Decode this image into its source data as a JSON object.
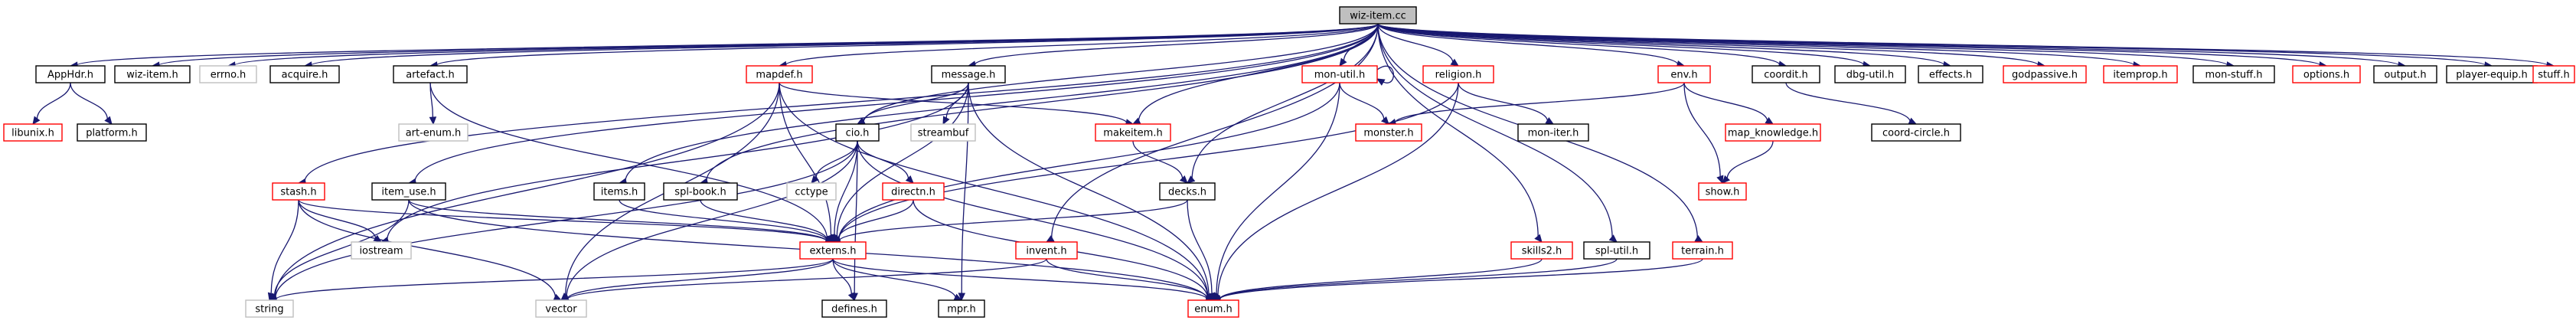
{
  "graph": {
    "colors": {
      "edge": "#191970",
      "node_fill": "#ffffff",
      "focus_fill": "#bfbfbf",
      "border_normal": "#000000",
      "border_missing": "#ff0000",
      "border_external": "#bfbfbf"
    },
    "nodes": [
      {
        "id": "wiz-item.cc",
        "label": "wiz-item.cc",
        "style": "focus"
      },
      {
        "id": "AppHdr.h",
        "label": "AppHdr.h",
        "style": "normal"
      },
      {
        "id": "wiz-item.h",
        "label": "wiz-item.h",
        "style": "normal"
      },
      {
        "id": "errno.h",
        "label": "errno.h",
        "style": "external"
      },
      {
        "id": "acquire.h",
        "label": "acquire.h",
        "style": "normal"
      },
      {
        "id": "artefact.h",
        "label": "artefact.h",
        "style": "normal"
      },
      {
        "id": "mapdef.h",
        "label": "mapdef.h",
        "style": "missing"
      },
      {
        "id": "message.h",
        "label": "message.h",
        "style": "normal"
      },
      {
        "id": "mon-util.h",
        "label": "mon-util.h",
        "style": "missing"
      },
      {
        "id": "religion.h",
        "label": "religion.h",
        "style": "missing"
      },
      {
        "id": "env.h",
        "label": "env.h",
        "style": "missing"
      },
      {
        "id": "coordit.h",
        "label": "coordit.h",
        "style": "normal"
      },
      {
        "id": "dbg-util.h",
        "label": "dbg-util.h",
        "style": "normal"
      },
      {
        "id": "effects.h",
        "label": "effects.h",
        "style": "normal"
      },
      {
        "id": "godpassive.h",
        "label": "godpassive.h",
        "style": "missing"
      },
      {
        "id": "itemprop.h",
        "label": "itemprop.h",
        "style": "missing"
      },
      {
        "id": "mon-stuff.h",
        "label": "mon-stuff.h",
        "style": "normal"
      },
      {
        "id": "options.h",
        "label": "options.h",
        "style": "missing"
      },
      {
        "id": "output.h",
        "label": "output.h",
        "style": "normal"
      },
      {
        "id": "player-equip.h",
        "label": "player-equip.h",
        "style": "normal"
      },
      {
        "id": "stuff.h",
        "label": "stuff.h",
        "style": "missing"
      },
      {
        "id": "libunix.h",
        "label": "libunix.h",
        "style": "missing"
      },
      {
        "id": "platform.h",
        "label": "platform.h",
        "style": "normal"
      },
      {
        "id": "art-enum.h",
        "label": "art-enum.h",
        "style": "external"
      },
      {
        "id": "makeitem.h",
        "label": "makeitem.h",
        "style": "missing"
      },
      {
        "id": "streambuf",
        "label": "streambuf",
        "style": "external"
      },
      {
        "id": "monster.h",
        "label": "monster.h",
        "style": "missing"
      },
      {
        "id": "mon-iter.h",
        "label": "mon-iter.h",
        "style": "normal"
      },
      {
        "id": "map_knowledge.h",
        "label": "map_knowledge.h",
        "style": "missing"
      },
      {
        "id": "coord-circle.h",
        "label": "coord-circle.h",
        "style": "normal"
      },
      {
        "id": "cio.h",
        "label": "cio.h",
        "style": "normal"
      },
      {
        "id": "stash.h",
        "label": "stash.h",
        "style": "missing"
      },
      {
        "id": "item_use.h",
        "label": "item_use.h",
        "style": "normal"
      },
      {
        "id": "items.h",
        "label": "items.h",
        "style": "normal"
      },
      {
        "id": "spl-book.h",
        "label": "spl-book.h",
        "style": "normal"
      },
      {
        "id": "cctype",
        "label": "cctype",
        "style": "external"
      },
      {
        "id": "directn.h",
        "label": "directn.h",
        "style": "missing"
      },
      {
        "id": "decks.h",
        "label": "decks.h",
        "style": "normal"
      },
      {
        "id": "show.h",
        "label": "show.h",
        "style": "missing"
      },
      {
        "id": "iostream",
        "label": "iostream",
        "style": "external"
      },
      {
        "id": "externs.h",
        "label": "externs.h",
        "style": "missing"
      },
      {
        "id": "invent.h",
        "label": "invent.h",
        "style": "missing"
      },
      {
        "id": "skills2.h",
        "label": "skills2.h",
        "style": "missing"
      },
      {
        "id": "spl-util.h",
        "label": "spl-util.h",
        "style": "normal"
      },
      {
        "id": "terrain.h",
        "label": "terrain.h",
        "style": "missing"
      },
      {
        "id": "string",
        "label": "string",
        "style": "external"
      },
      {
        "id": "vector",
        "label": "vector",
        "style": "external"
      },
      {
        "id": "defines.h",
        "label": "defines.h",
        "style": "normal"
      },
      {
        "id": "mpr.h",
        "label": "mpr.h",
        "style": "normal"
      },
      {
        "id": "enum.h",
        "label": "enum.h",
        "style": "missing"
      }
    ],
    "edges": [
      [
        "wiz-item.cc",
        "AppHdr.h"
      ],
      [
        "wiz-item.cc",
        "wiz-item.h"
      ],
      [
        "wiz-item.cc",
        "errno.h"
      ],
      [
        "wiz-item.cc",
        "acquire.h"
      ],
      [
        "wiz-item.cc",
        "artefact.h"
      ],
      [
        "wiz-item.cc",
        "mapdef.h"
      ],
      [
        "wiz-item.cc",
        "message.h"
      ],
      [
        "wiz-item.cc",
        "mon-util.h"
      ],
      [
        "wiz-item.cc",
        "religion.h"
      ],
      [
        "wiz-item.cc",
        "env.h"
      ],
      [
        "wiz-item.cc",
        "coordit.h"
      ],
      [
        "wiz-item.cc",
        "dbg-util.h"
      ],
      [
        "wiz-item.cc",
        "effects.h"
      ],
      [
        "wiz-item.cc",
        "godpassive.h"
      ],
      [
        "wiz-item.cc",
        "itemprop.h"
      ],
      [
        "wiz-item.cc",
        "mon-stuff.h"
      ],
      [
        "wiz-item.cc",
        "options.h"
      ],
      [
        "wiz-item.cc",
        "output.h"
      ],
      [
        "wiz-item.cc",
        "player-equip.h"
      ],
      [
        "wiz-item.cc",
        "stuff.h"
      ],
      [
        "wiz-item.cc",
        "cio.h"
      ],
      [
        "wiz-item.cc",
        "stash.h"
      ],
      [
        "wiz-item.cc",
        "item_use.h"
      ],
      [
        "wiz-item.cc",
        "items.h"
      ],
      [
        "wiz-item.cc",
        "spl-book.h"
      ],
      [
        "wiz-item.cc",
        "makeitem.h"
      ],
      [
        "wiz-item.cc",
        "decks.h"
      ],
      [
        "wiz-item.cc",
        "invent.h"
      ],
      [
        "wiz-item.cc",
        "skills2.h"
      ],
      [
        "wiz-item.cc",
        "spl-util.h"
      ],
      [
        "wiz-item.cc",
        "terrain.h"
      ],
      [
        "AppHdr.h",
        "libunix.h"
      ],
      [
        "AppHdr.h",
        "platform.h"
      ],
      [
        "artefact.h",
        "art-enum.h"
      ],
      [
        "artefact.h",
        "externs.h"
      ],
      [
        "mapdef.h",
        "makeitem.h"
      ],
      [
        "mapdef.h",
        "string"
      ],
      [
        "mapdef.h",
        "vector"
      ],
      [
        "mapdef.h",
        "externs.h"
      ],
      [
        "mapdef.h",
        "enum.h"
      ],
      [
        "message.h",
        "streambuf"
      ],
      [
        "message.h",
        "cio.h"
      ],
      [
        "message.h",
        "externs.h"
      ],
      [
        "message.h",
        "mpr.h"
      ],
      [
        "message.h",
        "enum.h"
      ],
      [
        "message.h",
        "iostream"
      ],
      [
        "mon-util.h",
        "mon-util.h"
      ],
      [
        "mon-util.h",
        "monster.h"
      ],
      [
        "mon-util.h",
        "externs.h"
      ],
      [
        "mon-util.h",
        "enum.h"
      ],
      [
        "religion.h",
        "mon-iter.h"
      ],
      [
        "religion.h",
        "externs.h"
      ],
      [
        "religion.h",
        "enum.h"
      ],
      [
        "env.h",
        "monster.h"
      ],
      [
        "env.h",
        "map_knowledge.h"
      ],
      [
        "env.h",
        "show.h"
      ],
      [
        "coordit.h",
        "coord-circle.h"
      ],
      [
        "map_knowledge.h",
        "show.h"
      ],
      [
        "makeitem.h",
        "decks.h"
      ],
      [
        "cio.h",
        "cctype"
      ],
      [
        "cio.h",
        "directn.h"
      ],
      [
        "cio.h",
        "externs.h"
      ],
      [
        "cio.h",
        "string"
      ],
      [
        "cio.h",
        "vector"
      ],
      [
        "cio.h",
        "defines.h"
      ],
      [
        "cio.h",
        "enum.h"
      ],
      [
        "stash.h",
        "iostream"
      ],
      [
        "stash.h",
        "string"
      ],
      [
        "stash.h",
        "vector"
      ],
      [
        "stash.h",
        "externs.h"
      ],
      [
        "item_use.h",
        "externs.h"
      ],
      [
        "item_use.h",
        "string"
      ],
      [
        "item_use.h",
        "enum.h"
      ],
      [
        "items.h",
        "externs.h"
      ],
      [
        "spl-book.h",
        "externs.h"
      ],
      [
        "directn.h",
        "externs.h"
      ],
      [
        "directn.h",
        "enum.h"
      ],
      [
        "decks.h",
        "externs.h"
      ],
      [
        "decks.h",
        "enum.h"
      ],
      [
        "externs.h",
        "string"
      ],
      [
        "externs.h",
        "vector"
      ],
      [
        "externs.h",
        "defines.h"
      ],
      [
        "externs.h",
        "mpr.h"
      ],
      [
        "externs.h",
        "enum.h"
      ],
      [
        "invent.h",
        "vector"
      ],
      [
        "invent.h",
        "enum.h"
      ],
      [
        "skills2.h",
        "enum.h"
      ],
      [
        "spl-util.h",
        "enum.h"
      ],
      [
        "terrain.h",
        "enum.h"
      ]
    ]
  }
}
